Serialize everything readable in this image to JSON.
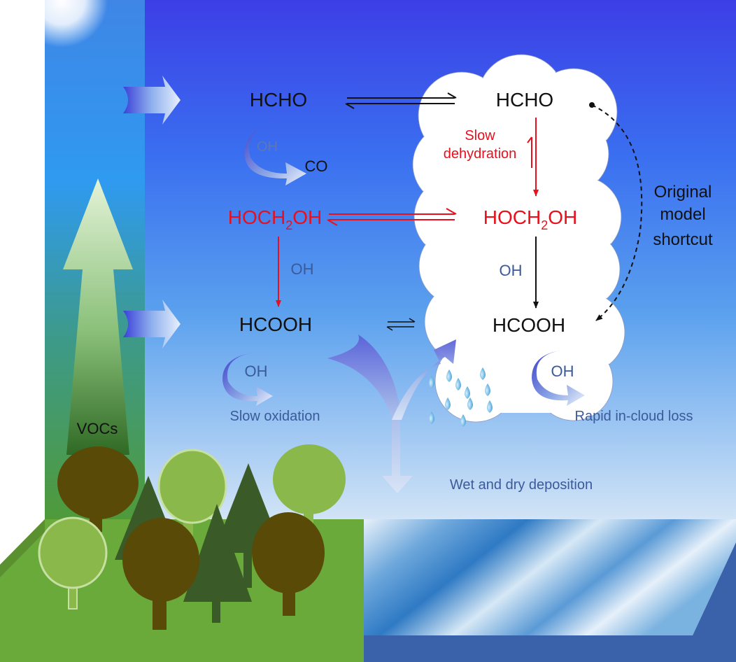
{
  "diagram": {
    "gas_phase": {
      "hcho": "HCHO",
      "co": "CO",
      "oh_hcho": "OH",
      "hoch2oh_prefix": "HOCH",
      "hoch2oh_sub": "2",
      "hoch2oh_suffix": "OH",
      "oh_hoch2oh": "OH",
      "hcooh": "HCOOH",
      "oh_hcooh": "OH",
      "slow_oxidation": "Slow oxidation"
    },
    "cloud_phase": {
      "hcho": "HCHO",
      "slow_label_1": "Slow",
      "slow_label_2": "dehydration",
      "hoch2oh_prefix": "HOCH",
      "hoch2oh_sub": "2",
      "hoch2oh_suffix": "OH",
      "oh_mid": "OH",
      "hcooh": "HCOOH",
      "oh_loss": "OH",
      "rapid_loss": "Rapid in-cloud loss"
    },
    "shortcut": {
      "line1": "Original",
      "line2": "model",
      "line3": "shortcut"
    },
    "vocs": "VOCs",
    "deposition": "Wet and dry deposition"
  },
  "colors": {
    "sky_top": "#3a3ee0",
    "sky_mid": "#3b8ff0",
    "sky_bottom": "#cfe2f6",
    "red": "#e8101c",
    "label_blue": "#3a5a9a",
    "grass": "#6aa83a",
    "water": "#3a6ab0",
    "tree_dark": "#5a4a08",
    "tree_light": "#8ab84a",
    "pine": "#3a5a28"
  }
}
